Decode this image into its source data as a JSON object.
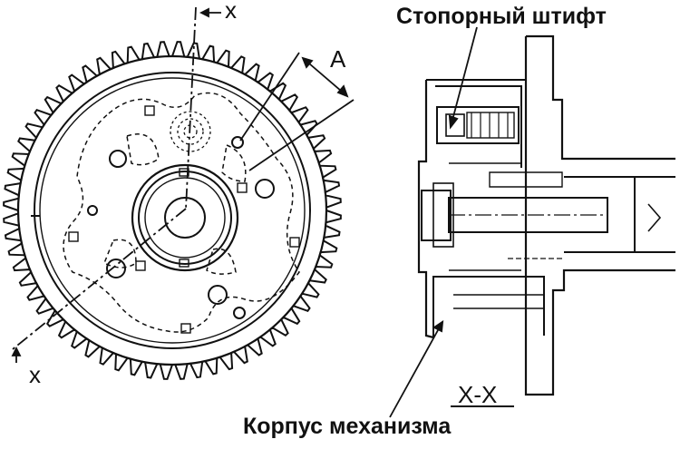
{
  "labels": {
    "locking_pin": "Стопорный штифт",
    "mechanism_body": "Корпус механизма",
    "dimension_a": "A",
    "section_mark_top": "x",
    "section_mark_bottom": "x",
    "section_title": "X-X"
  },
  "colors": {
    "line": "#111111",
    "background": "#ffffff"
  }
}
